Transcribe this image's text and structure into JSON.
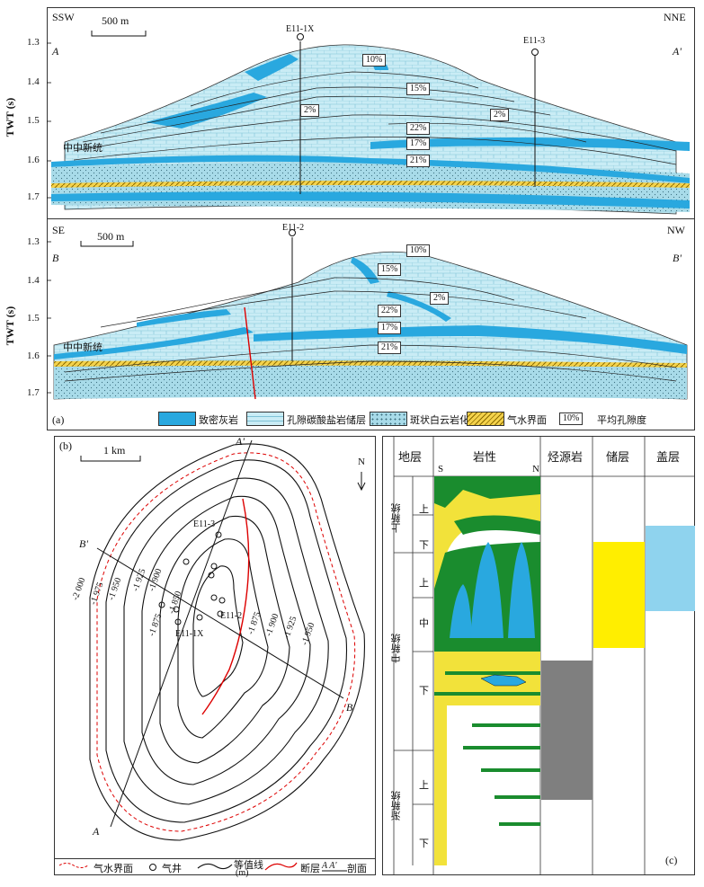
{
  "section_a": {
    "left_dir": "SSW",
    "right_dir": "NNE",
    "left_label": "A",
    "right_label": "A'",
    "scale": "500 m",
    "y_axis_label": "TWT (s)",
    "y_ticks": [
      "1.3",
      "1.4",
      "1.5",
      "1.6",
      "1.7"
    ],
    "wells": [
      "E11-1X",
      "E11-3"
    ],
    "formation": "中中新统",
    "porosity": [
      "10%",
      "15%",
      "2%",
      "2%",
      "22%",
      "17%",
      "21%"
    ]
  },
  "section_b": {
    "left_dir": "SE",
    "right_dir": "NW",
    "left_label": "B",
    "right_label": "B'",
    "scale": "500 m",
    "y_axis_label": "TWT (s)",
    "y_ticks": [
      "1.3",
      "1.4",
      "1.5",
      "1.6",
      "1.7"
    ],
    "wells": [
      "E11-2"
    ],
    "formation": "中中新统",
    "porosity": [
      "10%",
      "15%",
      "2%",
      "22%",
      "17%",
      "21%"
    ]
  },
  "legend_a": {
    "panel_tag": "(a)",
    "items": [
      "致密灰岩",
      "孔隙碳酸盐岩储层",
      "斑状白云岩化",
      "气水界面",
      "平均孔隙度"
    ],
    "poro_sample": "10%"
  },
  "map_b": {
    "panel_tag": "(b)",
    "scale": "1 km",
    "north": "N",
    "contours": [
      "-2 000",
      "-1 975",
      "-1 950",
      "-1 925",
      "-1 900",
      "-1 875",
      "-1 850",
      "-1 875",
      "-1 900",
      "-1 925",
      "-1 950"
    ],
    "wells": [
      "E11-3",
      "E11-2",
      "E11-1X"
    ],
    "section_ends": [
      "A",
      "A'",
      "B",
      "B'"
    ],
    "legend": [
      "气水界面",
      "气井",
      "等值线",
      "(m)",
      "断层",
      "剖面"
    ],
    "legend_section": "A A'"
  },
  "column_c": {
    "panel_tag": "(c)",
    "headers": [
      "地层",
      "岩性",
      "烃源岩",
      "储层",
      "盖层"
    ],
    "litho_ends": [
      "S",
      "N"
    ],
    "series": [
      "上新统",
      "中新统",
      "渐新统"
    ],
    "stages": [
      "上",
      "下",
      "上",
      "中",
      "下",
      "上",
      "下"
    ],
    "colors": {
      "reservoir": "#ffee00",
      "cap": "#8fd3ee",
      "source": "#7f7f7f",
      "limestone": "#29a8df",
      "shale": "#1a8c2e",
      "sand": "#f2e23a"
    }
  }
}
